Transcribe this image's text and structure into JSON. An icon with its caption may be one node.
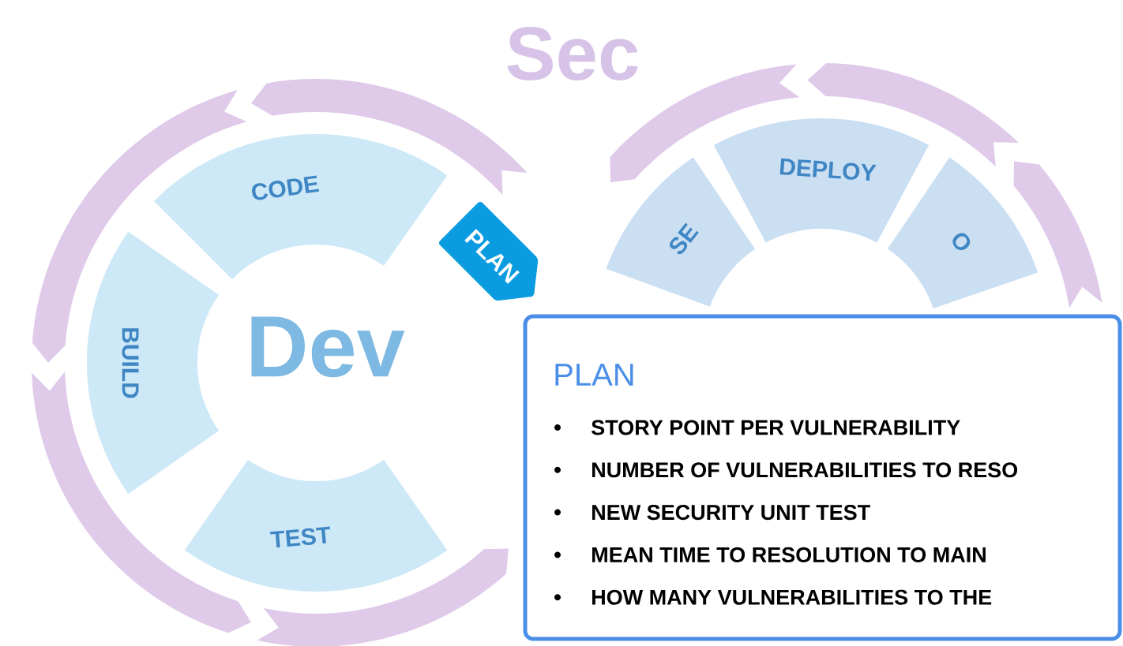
{
  "diagram": {
    "nodes": [
      {
        "text": [
          "CODE"
        ]
      },
      {
        "text": [
          "PLAN"
        ]
      },
      {
        "text": [
          "DEPLOY"
        ]
      },
      {
        "text": [
          "SE"
        ]
      },
      {
        "text": [
          "O"
        ]
      },
      {
        "text": [
          "BUILD"
        ]
      },
      {
        "text": [
          "TEST"
        ]
      },
      {
        "text": [
          "PLAN",
          "STORY POINT PER VULNERABILITY",
          "NUMBER OF VULNERABILITIES TO RESO",
          "NEW SECURITY UNIT TEST",
          "MEAN TIME TO RESOLUTION TO MAIN",
          "HOW MANY VULNERABILITIES TO THE"
        ]
      },
      {
        "text": [],
        "shape": "band"
      },
      {
        "text": [],
        "shape": "band"
      },
      {
        "text": [],
        "shape": "band"
      },
      {
        "text": [],
        "shape": "band"
      },
      {
        "text": [],
        "shape": "band"
      },
      {
        "text": [],
        "shape": "band"
      },
      {
        "text": [],
        "shape": "band"
      }
    ],
    "labels": [
      "Sec",
      "Dev"
    ]
  }
}
